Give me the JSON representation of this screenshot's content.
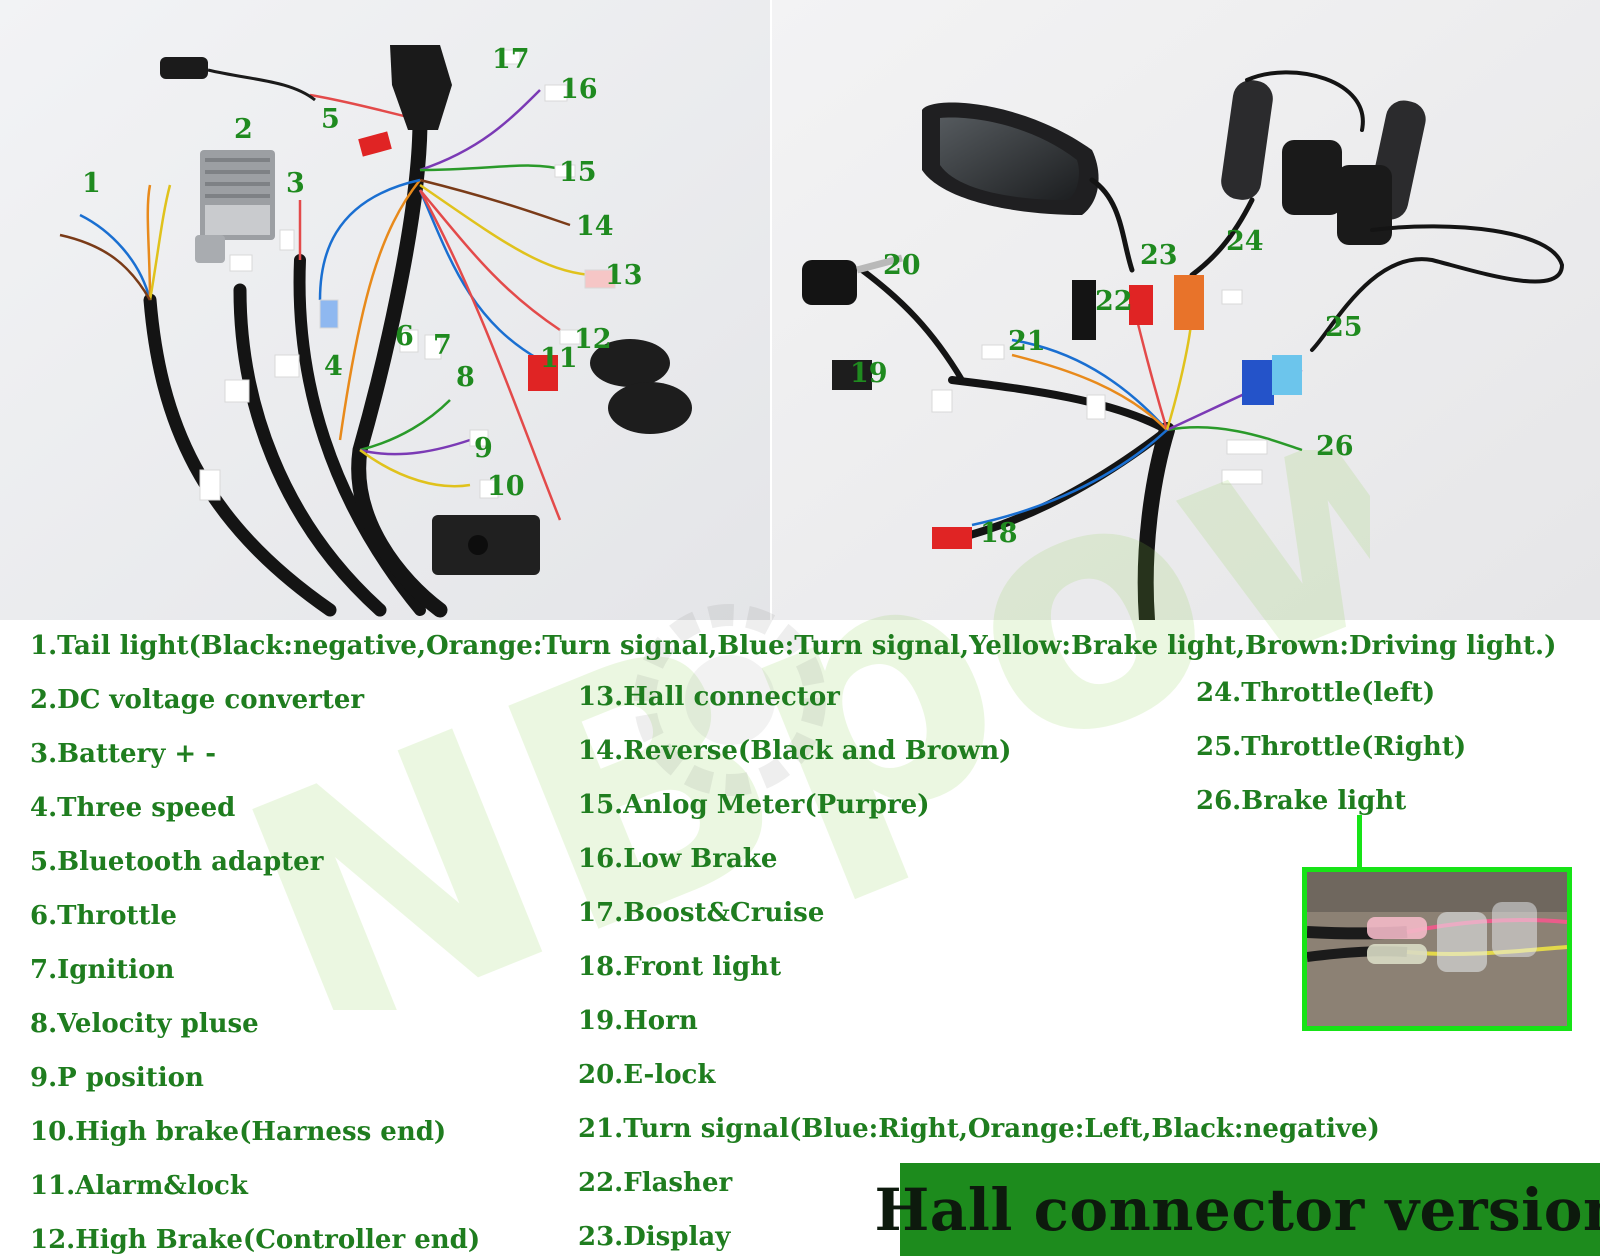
{
  "brand_watermark": "NBpower",
  "callouts": {
    "left": [
      "1",
      "2",
      "3",
      "4",
      "5",
      "6",
      "7",
      "8",
      "9",
      "10",
      "11",
      "12",
      "13",
      "14",
      "15",
      "16",
      "17"
    ],
    "right": [
      "18",
      "19",
      "20",
      "21",
      "22",
      "23",
      "24",
      "25",
      "26"
    ]
  },
  "legend": {
    "col1": [
      "1.Tail light(Black:negative,Orange:Turn signal,Blue:Turn signal,Yellow:Brake light,Brown:Driving light.)",
      "2.DC voltage converter",
      "3.Battery + -",
      "4.Three speed",
      "5.Bluetooth adapter",
      "6.Throttle",
      "7.Ignition",
      "8.Velocity pluse",
      "9.P position",
      "10.High brake(Harness end)",
      "11.Alarm&lock",
      "12.High Brake(Controller end)"
    ],
    "col2": [
      "13.Hall connector",
      "14.Reverse(Black and Brown)",
      "15.Anlog Meter(Purpre)",
      "16.Low Brake",
      "17.Boost&Cruise",
      "18.Front light",
      "19.Horn",
      "20.E-lock",
      "21.Turn signal(Blue:Right,Orange:Left,Black:negative)",
      "22.Flasher",
      "23.Display"
    ],
    "col3": [
      "24.Throttle(left)",
      "25.Throttle(Right)",
      "26.Brake light"
    ]
  },
  "version_label": "Hall connector version",
  "colors": {
    "label_green": "#1f8a1f",
    "banner_green": "#1d8b1d",
    "inset_border": "#17e317"
  }
}
